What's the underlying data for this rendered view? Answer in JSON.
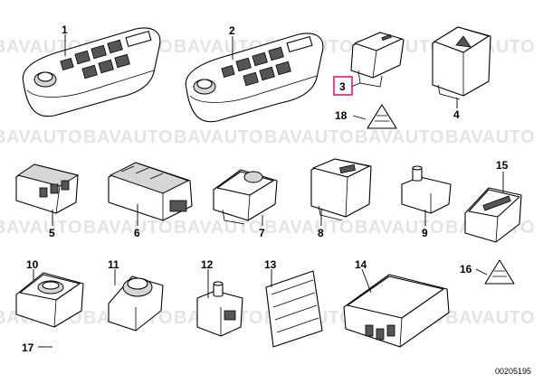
{
  "watermark": "BAVAUTO",
  "reference_code": "00205195",
  "highlighted_part": "3",
  "labels": [
    {
      "id": "p1",
      "text": "1"
    },
    {
      "id": "p2",
      "text": "2"
    },
    {
      "id": "p3",
      "text": "3"
    },
    {
      "id": "p4",
      "text": "4"
    },
    {
      "id": "p5",
      "text": "5"
    },
    {
      "id": "p6",
      "text": "6"
    },
    {
      "id": "p7",
      "text": "7"
    },
    {
      "id": "p8",
      "text": "8"
    },
    {
      "id": "p9",
      "text": "9"
    },
    {
      "id": "p10",
      "text": "10"
    },
    {
      "id": "p11",
      "text": "11"
    },
    {
      "id": "p12",
      "text": "12"
    },
    {
      "id": "p13",
      "text": "13"
    },
    {
      "id": "p14",
      "text": "14"
    },
    {
      "id": "p15",
      "text": "15"
    },
    {
      "id": "p16",
      "text": "16"
    },
    {
      "id": "p17",
      "text": "17"
    },
    {
      "id": "p18",
      "text": "18"
    }
  ]
}
